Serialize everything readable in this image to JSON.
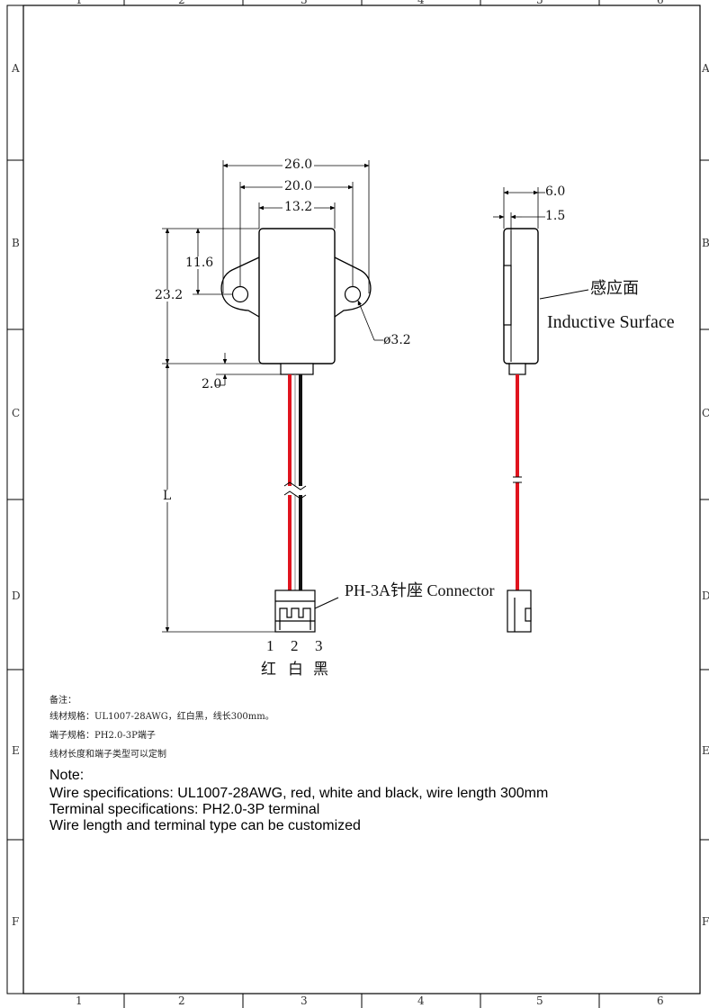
{
  "frame": {
    "col_labels": [
      "1",
      "2",
      "3",
      "4",
      "5",
      "6"
    ],
    "row_labels": [
      "A",
      "B",
      "C",
      "D",
      "E",
      "F"
    ]
  },
  "front_view": {
    "dims": {
      "width_outer": "26.0",
      "width_holes": "20.0",
      "width_body": "13.2",
      "height_hole": "11.6",
      "height_total": "23.2",
      "hole_diameter": "ø3.2",
      "cable_offset": "2.0",
      "length": "L"
    },
    "connector_label": "PH-3A针座 Connector",
    "pins": [
      "1",
      "2",
      "3"
    ],
    "pin_colors": [
      "红",
      "白",
      "黑"
    ]
  },
  "side_view": {
    "dims": {
      "thickness": "6.0",
      "offset": "1.5"
    },
    "surface_label_cn": "感应面",
    "surface_label_en": "Inductive Surface"
  },
  "notes_cn": {
    "title": "备注：",
    "wire": "线材规格：UL1007-28AWG，红白黑，线长300mm。",
    "terminal": "端子规格：PH2.0-3P端子",
    "custom": "线材长度和端子类型可以定制"
  },
  "notes_en": {
    "title": "Note:",
    "wire": "Wire specifications: UL1007-28AWG, red, white and black, wire length 300mm",
    "terminal": "Terminal specifications: PH2.0-3P terminal",
    "custom": "Wire length and terminal type can be customized"
  },
  "colors": {
    "wire_red": "#e0141e",
    "wire_black": "#111111",
    "line": "#000000"
  }
}
